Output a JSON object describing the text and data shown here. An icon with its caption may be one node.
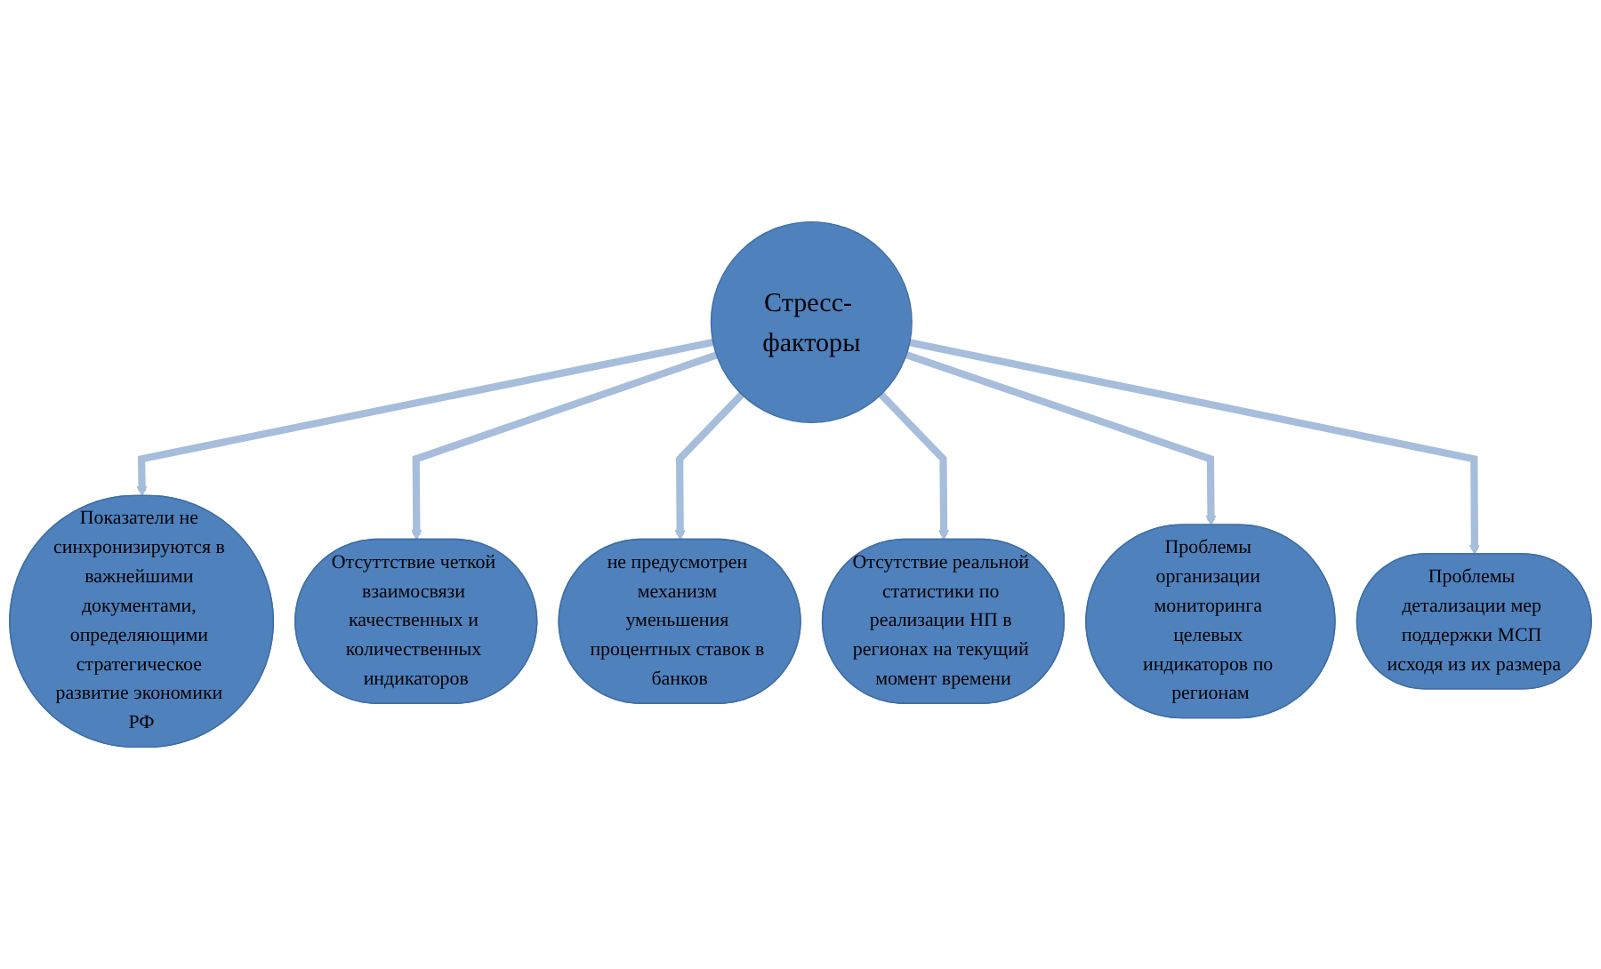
{
  "diagram": {
    "nodes": [
      {
        "text": [
          "Стресс- факторы"
        ]
      },
      {
        "text": [
          "Показатели не синхронизируются в важнейшими документами, определяющими стратегическое развитие экономики РФ"
        ]
      },
      {
        "text": [
          "Отсуттствие четкой взаимосвязи качественных и количественных индикаторов"
        ]
      },
      {
        "text": [
          "не предусмотрен механизм уменьшения процентных ставок в банков"
        ]
      },
      {
        "text": [
          "Отсутствие реальной статистики по реализации НП в регионах на текущий момент времени"
        ]
      },
      {
        "text": [
          "Проблемы организации мониторинга целевых индикаторов по регионам"
        ]
      },
      {
        "text": [
          "Проблемы детализации мер поддержки МСП исходя из их размера"
        ]
      }
    ],
    "edges": [
      {
        "from": 0,
        "to": 1,
        "arrow": "to"
      },
      {
        "from": 0,
        "to": 2,
        "arrow": "to"
      },
      {
        "from": 0,
        "to": 3,
        "arrow": "to"
      },
      {
        "from": 0,
        "to": 4,
        "arrow": "to"
      },
      {
        "from": 0,
        "to": 5,
        "arrow": "to"
      },
      {
        "from": 0,
        "to": 6,
        "arrow": "to"
      }
    ]
  }
}
